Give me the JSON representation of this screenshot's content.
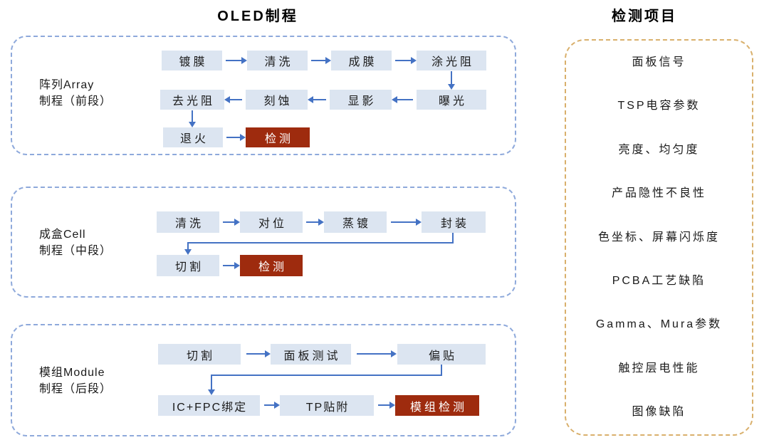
{
  "header": {
    "process_title": "OLED制程",
    "inspection_title": "检测项目"
  },
  "stages": [
    {
      "label_lines": [
        "阵列Array",
        "制程（前段）"
      ],
      "rows": [
        [
          "镀膜",
          "清洗",
          "成膜",
          "涂光阻"
        ],
        [
          "去光阻",
          "刻蚀",
          "显影",
          "曝光"
        ],
        [
          "退火",
          "检测"
        ]
      ]
    },
    {
      "label_lines": [
        "成盒Cell",
        "制程（中段）"
      ],
      "rows": [
        [
          "清洗",
          "对位",
          "蒸镀",
          "封装"
        ],
        [
          "切割",
          "检测"
        ]
      ]
    },
    {
      "label_lines": [
        "模组Module",
        "制程（后段）"
      ],
      "rows": [
        [
          "切割",
          "面板测试",
          "偏贴"
        ],
        [
          "IC+FPC绑定",
          "TP贴附",
          "模组检测"
        ]
      ]
    }
  ],
  "inspection_items": [
    "面板信号",
    "TSP电容参数",
    "亮度、均匀度",
    "产品隐性不良性",
    "色坐标、屏幕闪烁度",
    "PCBA工艺缺陷",
    "Gamma、Mura参数",
    "触控层电性能",
    "图像缺陷"
  ],
  "colors": {
    "node_bg": "#dce5f1",
    "detect_bg": "#9e2b0e",
    "arrow": "#4472c4",
    "stage_border": "#8ea9db",
    "panel_border": "#d9b06c"
  }
}
